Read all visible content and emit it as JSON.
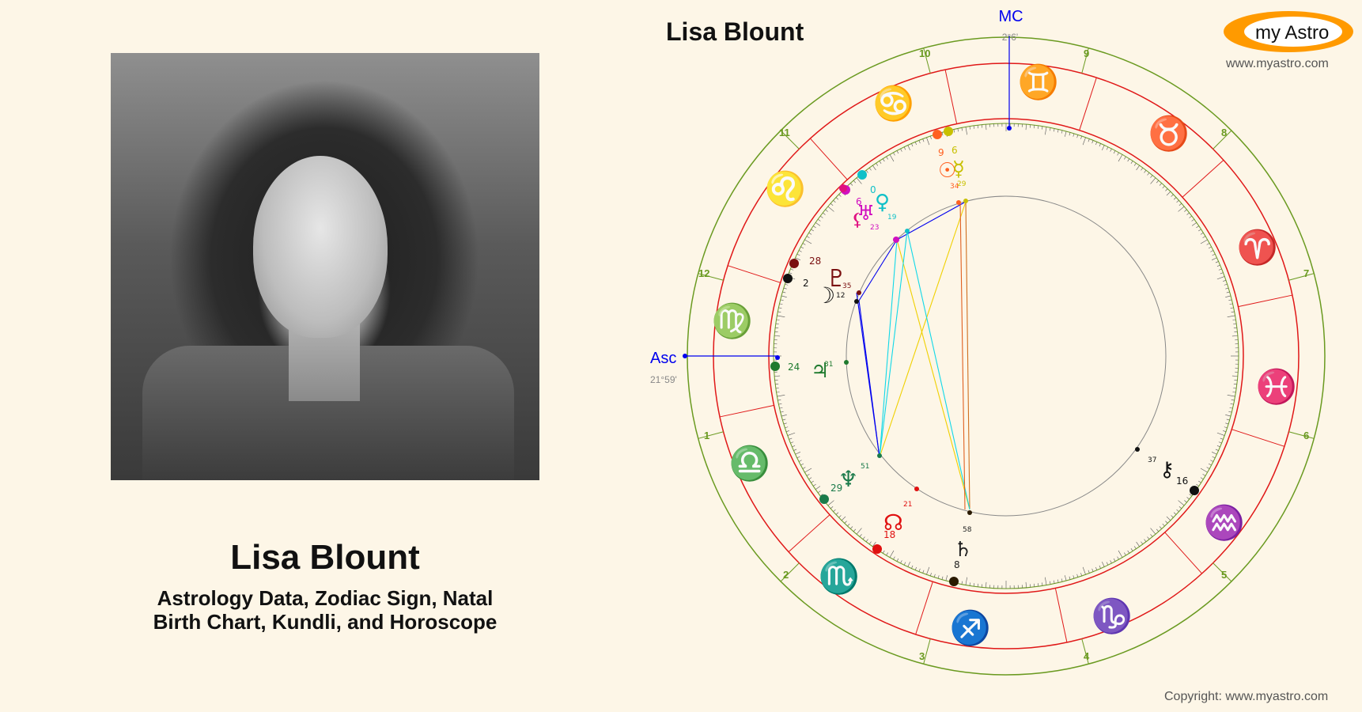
{
  "person": {
    "name": "Lisa Blount",
    "subtitle_line1": "Astrology Data, Zodiac Sign, Natal",
    "subtitle_line2": "Birth Chart, Kundli, and Horoscope"
  },
  "chart": {
    "title": "Lisa Blount",
    "mc_label": "MC",
    "mc_degree": "2°6'",
    "asc_label": "Asc",
    "asc_degree": "21°59'",
    "house_numbers": [
      "1",
      "2",
      "3",
      "4",
      "5",
      "6",
      "7",
      "8",
      "9",
      "10",
      "11",
      "12"
    ],
    "planet_labels": [
      {
        "glyph": "♇",
        "deg": "28",
        "min": "35",
        "color": "#7a1010"
      },
      {
        "glyph": "☽",
        "deg": "2",
        "min": "12",
        "color": "#111111"
      },
      {
        "glyph": "♃",
        "deg": "24",
        "min": "31",
        "color": "#1f7a2e"
      },
      {
        "glyph": "♆",
        "deg": "29",
        "min": "51",
        "color": "#1a7a4a"
      },
      {
        "glyph": "☊",
        "deg": "18",
        "min": "21",
        "color": "#e01010"
      },
      {
        "glyph": "♄",
        "deg": "8",
        "min": "58",
        "color": "#222222"
      },
      {
        "glyph": "⚷",
        "deg": "16",
        "min": "37",
        "color": "#111111"
      },
      {
        "glyph": "☉",
        "deg": "9",
        "min": "34",
        "color": "#ff6020"
      },
      {
        "glyph": "☿",
        "deg": "6",
        "min": "29",
        "color": "#c8c000"
      },
      {
        "glyph": "♀",
        "deg": "0",
        "min": "19",
        "color": "#10c0c8"
      },
      {
        "glyph": "♅",
        "deg": "6",
        "min": "23",
        "color": "#d010c0"
      },
      {
        "glyph": "⚸",
        "deg": "",
        "min": "",
        "color": "#e01080"
      }
    ],
    "colors": {
      "red": "#e01818",
      "green": "#6a9a20",
      "blue": "#0000ee"
    }
  },
  "brand": {
    "logo_text": "my Astro",
    "url": "www.myastro.com",
    "copyright": "Copyright: www.myastro.com"
  }
}
